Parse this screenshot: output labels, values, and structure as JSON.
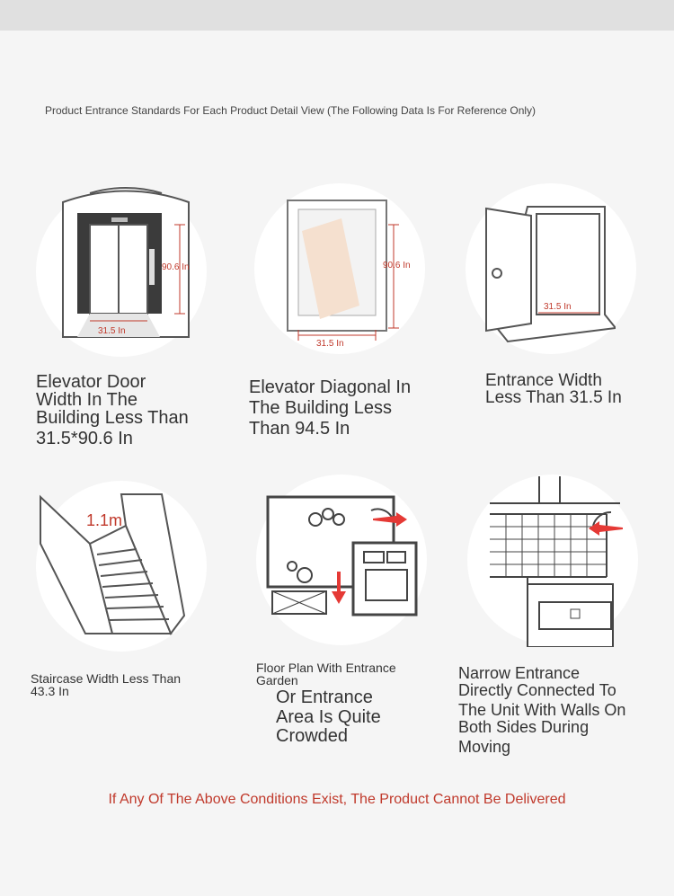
{
  "header": {
    "note": "Product Entrance Standards For Each Product Detail View (The Following Data Is For Reference Only)"
  },
  "items": [
    {
      "caption_lines": [
        "Elevator Door",
        "Width In The",
        "Building Less Than",
        "31.5*90.6 In"
      ],
      "measure_width": "31.5 In",
      "measure_height": "90.6 In",
      "icon": "elevator-door-icon"
    },
    {
      "caption_lines": [
        "Elevator Diagonal In",
        "The Building Less",
        "Than 94.5 In"
      ],
      "measure_width": "31.5 In",
      "measure_height": "90.6 In",
      "icon": "elevator-diagonal-icon"
    },
    {
      "caption_lines": [
        "Entrance Width",
        "Less Than 31.5 In"
      ],
      "measure_width": "31.5 In",
      "icon": "door-entrance-icon"
    },
    {
      "caption_lines": [
        "Staircase Width Less Than",
        "43.3 In"
      ],
      "measure_label": "1.1m",
      "icon": "staircase-icon"
    },
    {
      "caption_small_lines": [
        "Floor Plan With Entrance",
        "Garden"
      ],
      "caption_lines": [
        "Or Entrance",
        "Area Is Quite",
        "Crowded"
      ],
      "icon": "floor-plan-icon"
    },
    {
      "caption_lines": [
        "Narrow Entrance",
        "Directly Connected To",
        "The Unit With Walls On",
        "Both Sides During",
        "Moving"
      ],
      "icon": "narrow-corridor-icon"
    }
  ],
  "footer": {
    "note": "If Any Of The Above Conditions Exist, The Product Cannot Be Delivered"
  },
  "colors": {
    "accent_red": "#c0392b",
    "arrow_red": "#e53935",
    "background": "#f5f5f5"
  }
}
